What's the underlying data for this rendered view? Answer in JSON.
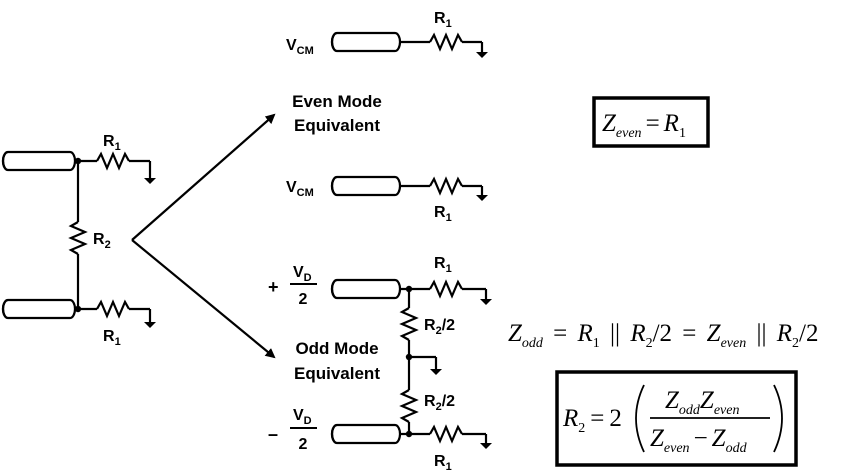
{
  "labels": {
    "r1": "R",
    "r1_sub": "1",
    "r2": "R",
    "r2_sub": "2",
    "r2_half": "R",
    "r2_half_sub": "2",
    "r2_half_tail": "/2",
    "vcm": "V",
    "vcm_sub": "CM",
    "vd": "V",
    "vd_sub": "D",
    "two": "2",
    "plus": "+",
    "minus": "–",
    "even_mode_line1": "Even Mode",
    "even_mode_line2": "Equivalent",
    "odd_mode_line1": "Odd Mode",
    "odd_mode_line2": "Equivalent"
  },
  "equations": {
    "z_even": {
      "lhs": "Z",
      "lhs_sub": "even",
      "eq": "=",
      "rhs": "R",
      "rhs_sub": "1"
    },
    "z_odd": {
      "z": "Z",
      "odd": "odd",
      "eq": "=",
      "r": "R",
      "one": "1",
      "par": "||",
      "two_sub": "2",
      "slash2": "/2",
      "even": "even"
    },
    "r2_formula": {
      "r": "R",
      "two_sub": "2",
      "eq": "=",
      "coef": "2",
      "z": "Z",
      "odd": "odd",
      "even": "even",
      "minus": "−"
    }
  }
}
